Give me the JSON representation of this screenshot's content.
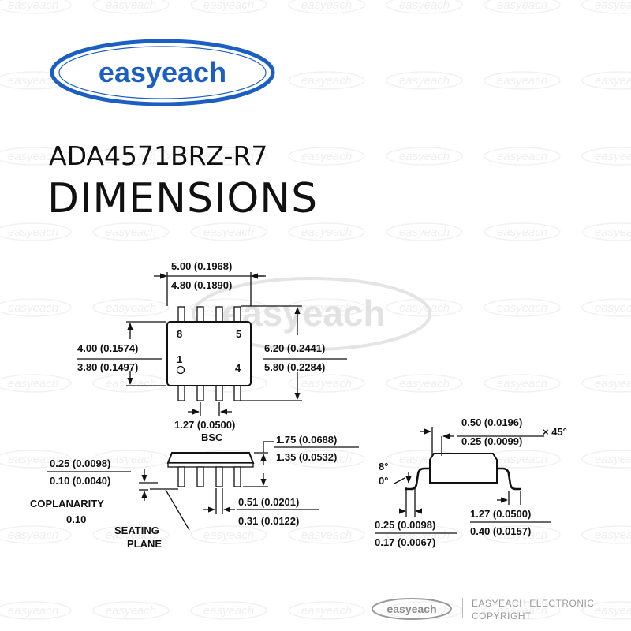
{
  "brand": {
    "name": "easyeach",
    "color": "#1c5fc2"
  },
  "header": {
    "part_number": "ADA4571BRZ-R7",
    "title": "DIMENSIONS"
  },
  "top_view": {
    "length": {
      "max": "5.00 (0.1968)",
      "min": "4.80 (0.1890)"
    },
    "body_width": {
      "max": "4.00 (0.1574)",
      "min": "3.80 (0.1497)"
    },
    "total_width": {
      "max": "6.20 (0.2441)",
      "min": "5.80 (0.2284)"
    },
    "pitch": {
      "value": "1.27 (0.0500)",
      "note": "BSC"
    },
    "pins": {
      "p8": "8",
      "p5": "5",
      "p1": "1",
      "p4": "4"
    }
  },
  "side_view": {
    "height": {
      "max": "1.75 (0.0688)",
      "min": "1.35 (0.0532)"
    },
    "standoff": {
      "max": "0.25 (0.0098)",
      "min": "0.10 (0.0040)"
    },
    "coplanarity": {
      "label": "COPLANARITY",
      "value": "0.10"
    },
    "lead_width": {
      "max": "0.51 (0.0201)",
      "min": "0.31 (0.0122)"
    },
    "seating_plane": {
      "line1": "SEATING",
      "line2": "PLANE"
    }
  },
  "end_view": {
    "chamfer": {
      "max": "0.50 (0.0196)",
      "min": "0.25 (0.0099)",
      "angle": "× 45°"
    },
    "foot_angle": {
      "max": "8°",
      "min": "0°"
    },
    "lead_thickness": {
      "max": "0.25 (0.0098)",
      "min": "0.17 (0.0067)"
    },
    "foot_length": {
      "max": "1.27 (0.0500)",
      "min": "0.40 (0.0157)"
    }
  },
  "footer": {
    "line1": "EASYEACH ELECTRONIC",
    "line2": "COPYRIGHT"
  }
}
